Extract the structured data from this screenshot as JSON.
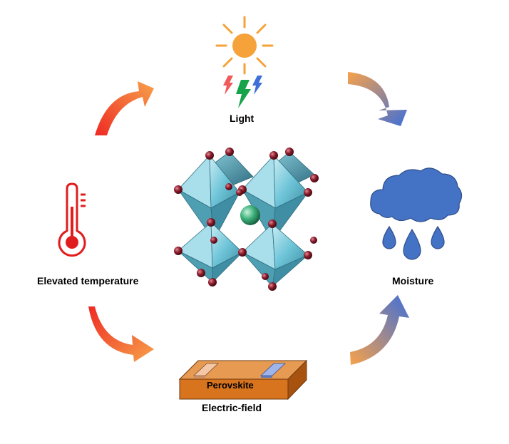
{
  "labels": {
    "light": "Light",
    "elevated_temperature": "Elevated temperature",
    "moisture": "Moisture",
    "electric_field": "Electric-field",
    "perovskite": "Perovskite"
  },
  "colors": {
    "sun": "#f5a23a",
    "bolt_red": "#f05a5a",
    "bolt_green": "#16a34a",
    "bolt_blue": "#3f6fd8",
    "thermometer": "#e01e1e",
    "cloud": "#4472c4",
    "arrow_red": "#ee2a24",
    "arrow_orange": "#f7a14a",
    "arrow_blue": "#3f6fd8",
    "slab": "#d8731e",
    "octahedron": "#6fc5d8",
    "atom": "#8a1a2a",
    "center_atom": "#3cb07a"
  },
  "icons": [
    "sun-icon",
    "lightning-icon",
    "thermometer-icon",
    "cloud-rain-icon",
    "perovskite-crystal-icon"
  ]
}
